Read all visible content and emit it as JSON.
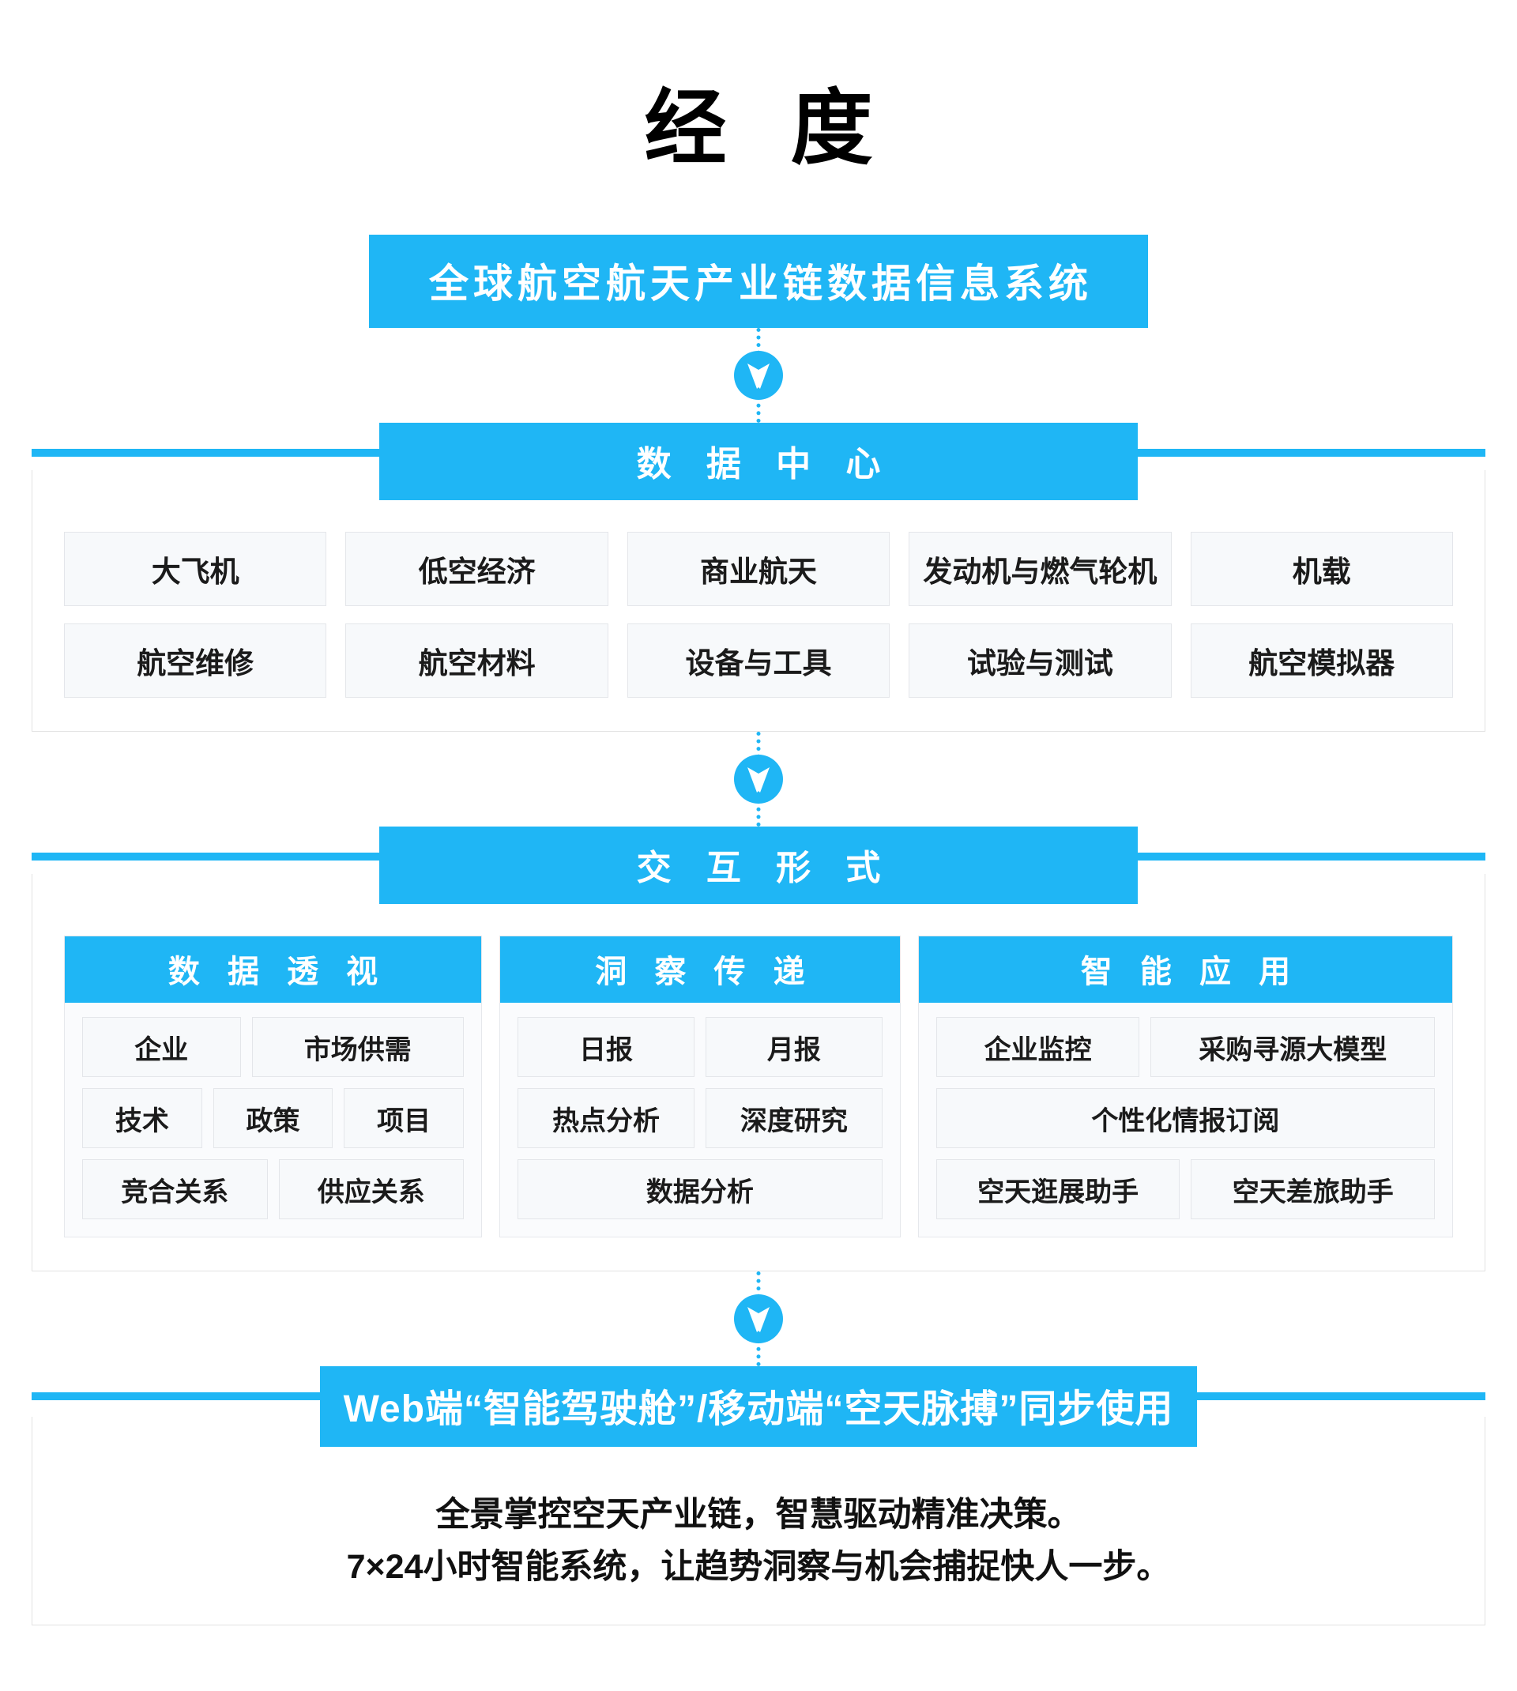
{
  "title": "经 度",
  "top_banner": {
    "label": "全球航空航天产业链数据信息系统"
  },
  "connectors": [
    {
      "name": "connector-title-to-datacenter",
      "icon": "arrow-down-icon"
    },
    {
      "name": "connector-datacenter-to-interaction",
      "icon": "arrow-down-icon"
    },
    {
      "name": "connector-interaction-to-platform",
      "icon": "arrow-down-icon"
    }
  ],
  "data_center": {
    "heading": "数 据 中 心",
    "items": [
      "大飞机",
      "低空经济",
      "商业航天",
      "发动机与燃气轮机",
      "机载",
      "航空维修",
      "航空材料",
      "设备与工具",
      "试验与测试",
      "航空模拟器"
    ]
  },
  "interaction": {
    "heading": "交 互 形 式",
    "cards": [
      {
        "heading": "数 据 透 视",
        "rows": [
          [
            "企业",
            "市场供需"
          ],
          [
            "技术",
            "政策",
            "项目"
          ],
          [
            "竞合关系",
            "供应关系"
          ]
        ]
      },
      {
        "heading": "洞 察 传 递",
        "rows": [
          [
            "日报",
            "月报"
          ],
          [
            "热点分析",
            "深度研究"
          ],
          [
            "数据分析"
          ]
        ]
      },
      {
        "heading": "智 能 应 用",
        "rows": [
          [
            "企业监控",
            "采购寻源大模型"
          ],
          [
            "个性化情报订阅"
          ],
          [
            "空天逛展助手",
            "空天差旅助手"
          ]
        ]
      }
    ]
  },
  "platform": {
    "heading": "Web端“智能驾驶舱”/移动端“空天脉搏”同步使用",
    "lines": [
      "全景掌控空天产业链，智慧驱动精准决策。",
      "7×24小时智能系统，让趋势洞察与机会捕捉快人一步。"
    ]
  },
  "colors": {
    "accent": "#1fb6f5",
    "chip_bg": "#f7f9fb",
    "chip_border": "#e4e6ea",
    "panel_border": "#e2e2e2",
    "text": "#111111"
  }
}
